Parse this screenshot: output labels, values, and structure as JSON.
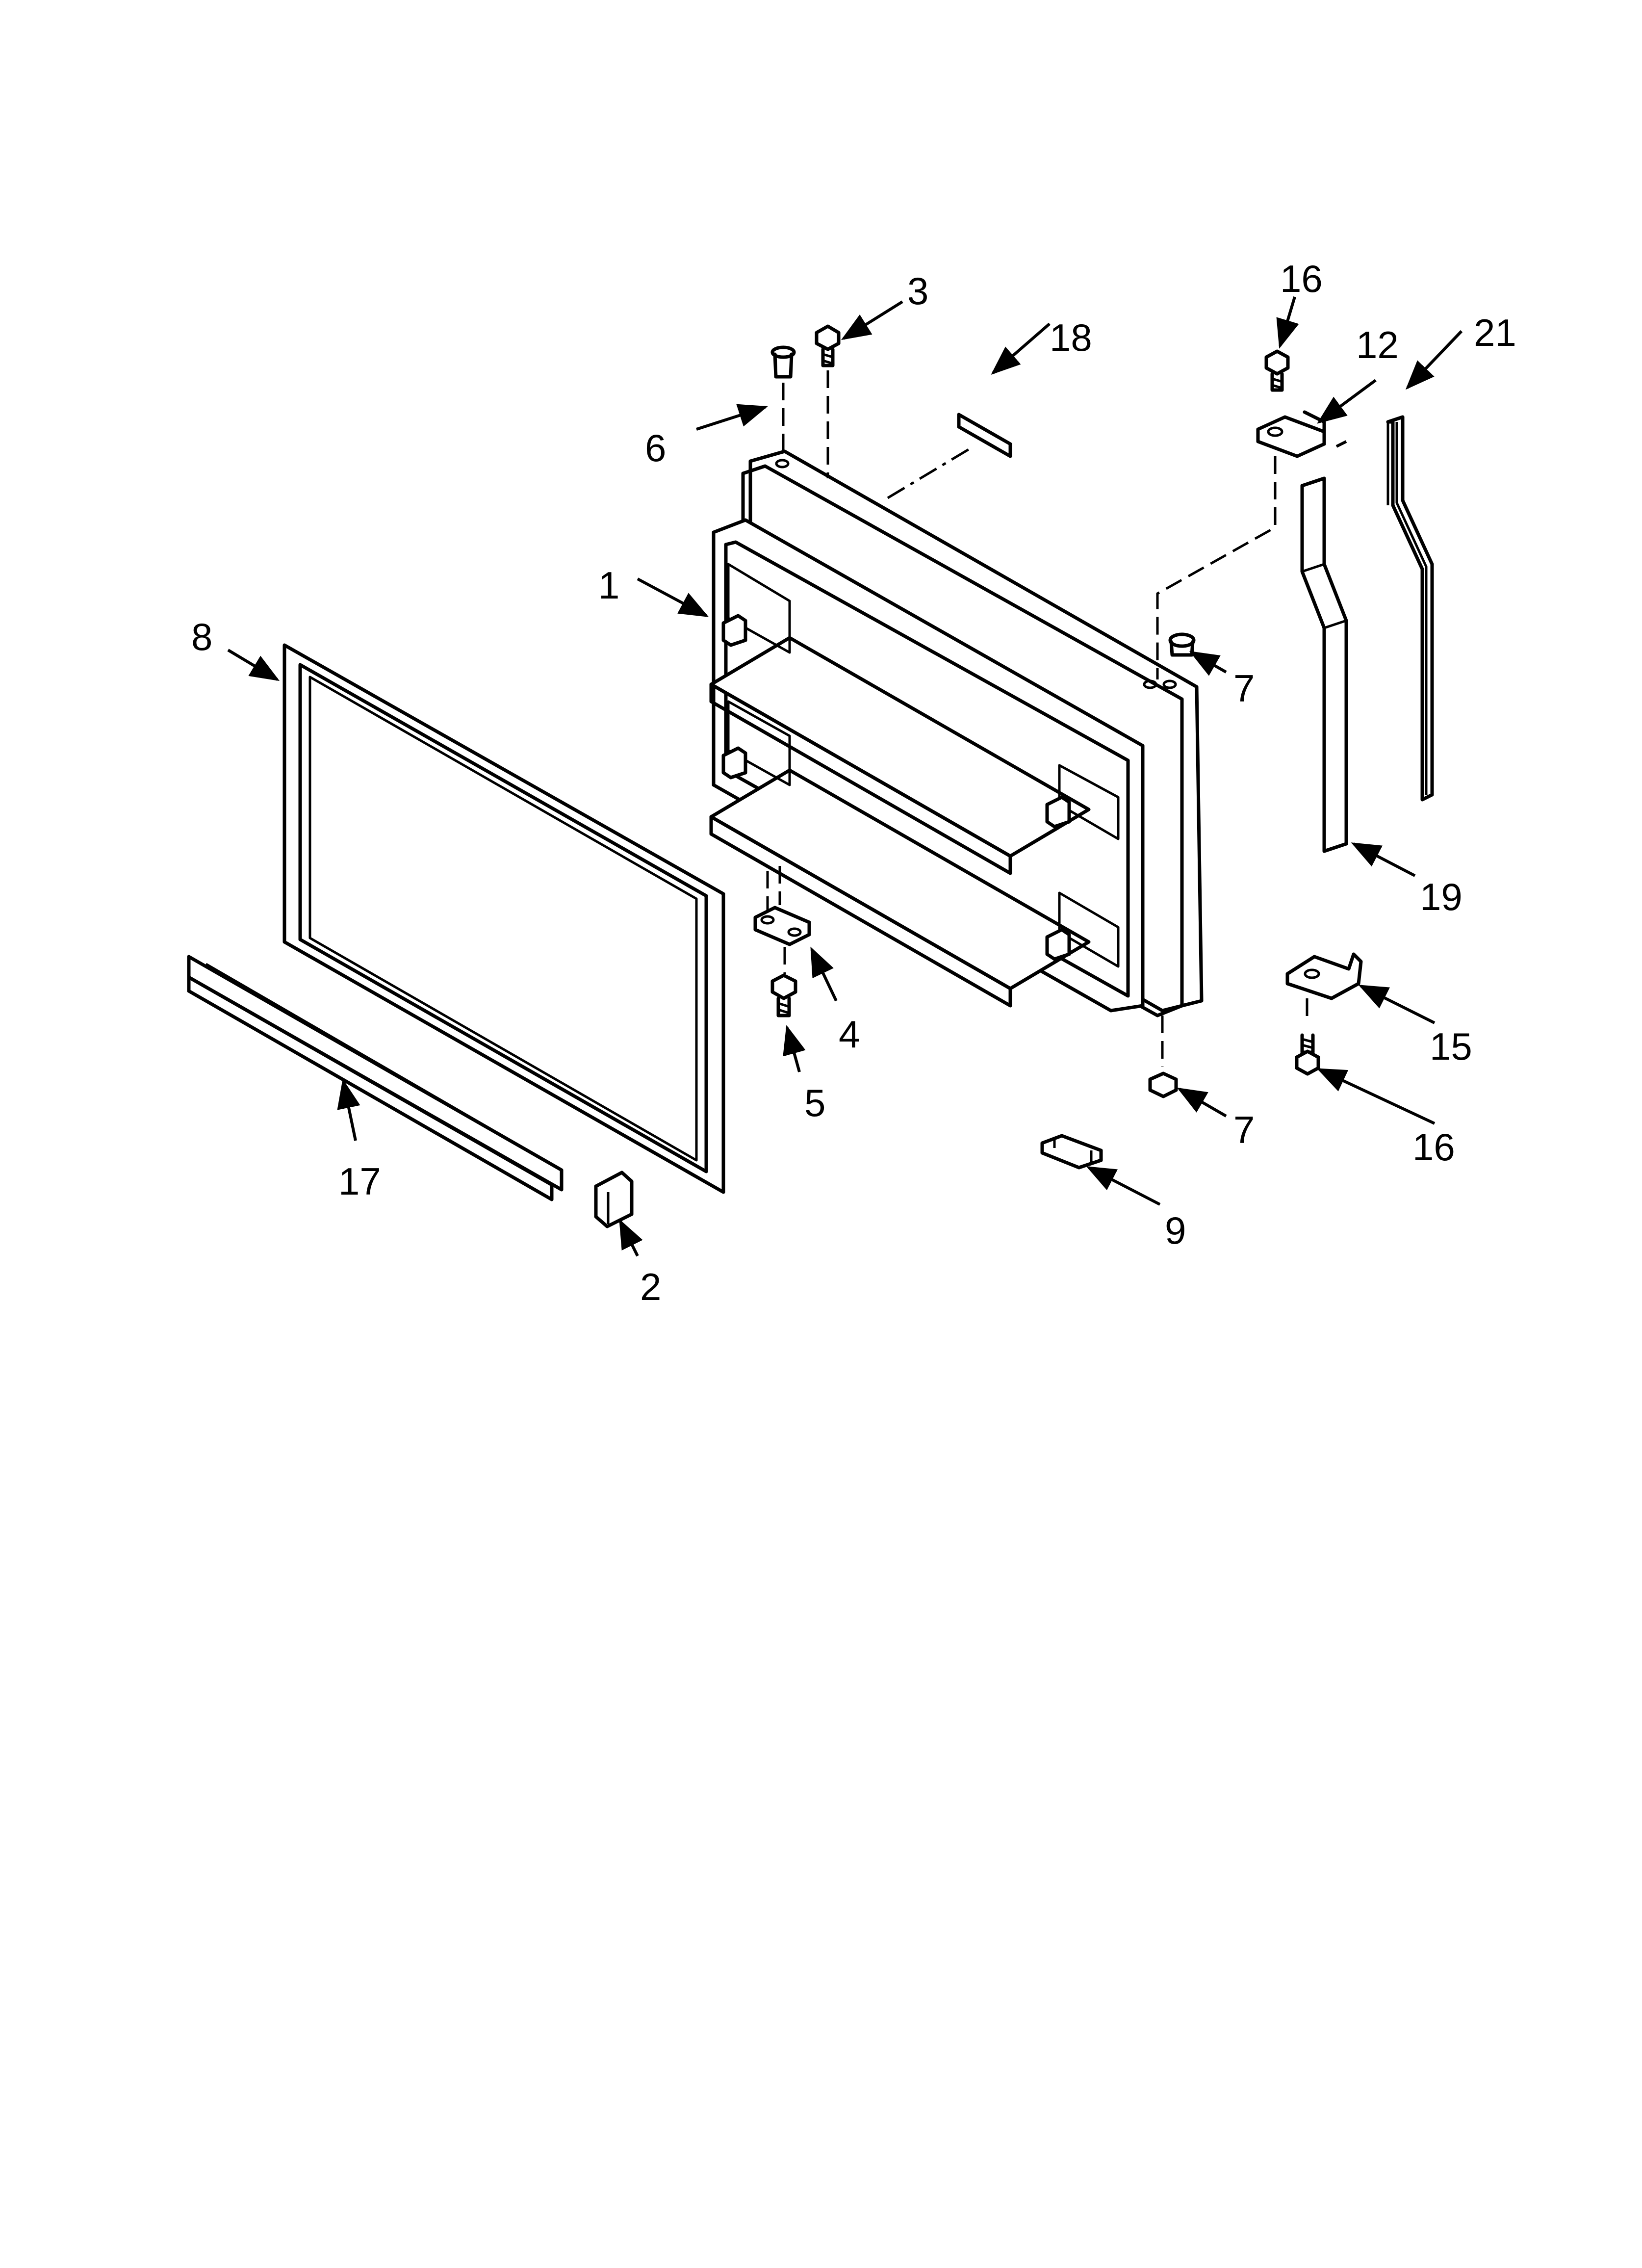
{
  "callouts": [
    {
      "id": "c1",
      "label": "1"
    },
    {
      "id": "c2",
      "label": "2"
    },
    {
      "id": "c3",
      "label": "3"
    },
    {
      "id": "c4",
      "label": "4"
    },
    {
      "id": "c5",
      "label": "5"
    },
    {
      "id": "c6",
      "label": "6"
    },
    {
      "id": "c7a",
      "label": "7"
    },
    {
      "id": "c7b",
      "label": "7"
    },
    {
      "id": "c8",
      "label": "8"
    },
    {
      "id": "c9",
      "label": "9"
    },
    {
      "id": "c12",
      "label": "12"
    },
    {
      "id": "c15",
      "label": "15"
    },
    {
      "id": "c16a",
      "label": "16"
    },
    {
      "id": "c16b",
      "label": "16"
    },
    {
      "id": "c17",
      "label": "17"
    },
    {
      "id": "c18",
      "label": "18"
    },
    {
      "id": "c19",
      "label": "19"
    },
    {
      "id": "c21",
      "label": "21"
    }
  ]
}
